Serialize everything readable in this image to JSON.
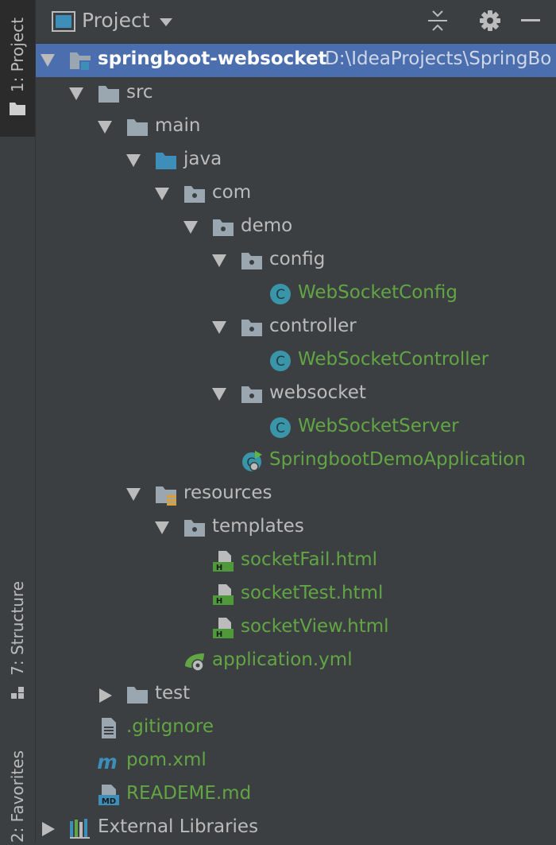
{
  "sidebar": {
    "project_tab": "1: Project",
    "structure_tab": "7: Structure",
    "favorites_tab": "2: Favorites"
  },
  "header": {
    "title": "Project"
  },
  "tree": {
    "root": {
      "name": "springboot-websocket",
      "path": "D:\\IdeaProjects\\SpringBo"
    },
    "src": "src",
    "main": "main",
    "java": "java",
    "com": "com",
    "demo": "demo",
    "config": "config",
    "websocket_config": "WebSocketConfig",
    "controller": "controller",
    "websocket_controller": "WebSocketController",
    "websocket": "websocket",
    "websocket_server": "WebSocketServer",
    "demo_application": "SpringbootDemoApplication",
    "resources": "resources",
    "templates": "templates",
    "socket_fail": "socketFail.html",
    "socket_test": "socketTest.html",
    "socket_view": "socketView.html",
    "application_yml": "application.yml",
    "test": "test",
    "gitignore": ".gitignore",
    "pom": "pom.xml",
    "readme": "READEME.md",
    "external_libraries": "External Libraries"
  },
  "colors": {
    "background": "#3c3f41",
    "selection": "#4b6eaf",
    "modified_file_green": "#62a544",
    "folder_gray": "#9aa7b0",
    "java_source_blue": "#3d8eb9",
    "class_icon_teal": "#3a95a8",
    "html_icon_green": "#4e9a3a"
  },
  "icons": {
    "project_view": "project-view-icon",
    "dropdown": "chevron-down-icon",
    "collapse_all": "collapse-all-icon",
    "settings": "gear-icon",
    "hide": "minimize-icon",
    "folder": "folder-icon",
    "package": "package-icon",
    "class": "class-icon",
    "html_file": "html-file-icon",
    "yaml_file": "spring-config-icon",
    "text_file": "text-file-icon",
    "maven_file": "maven-icon",
    "markdown_file": "markdown-icon",
    "libraries": "libraries-icon"
  }
}
